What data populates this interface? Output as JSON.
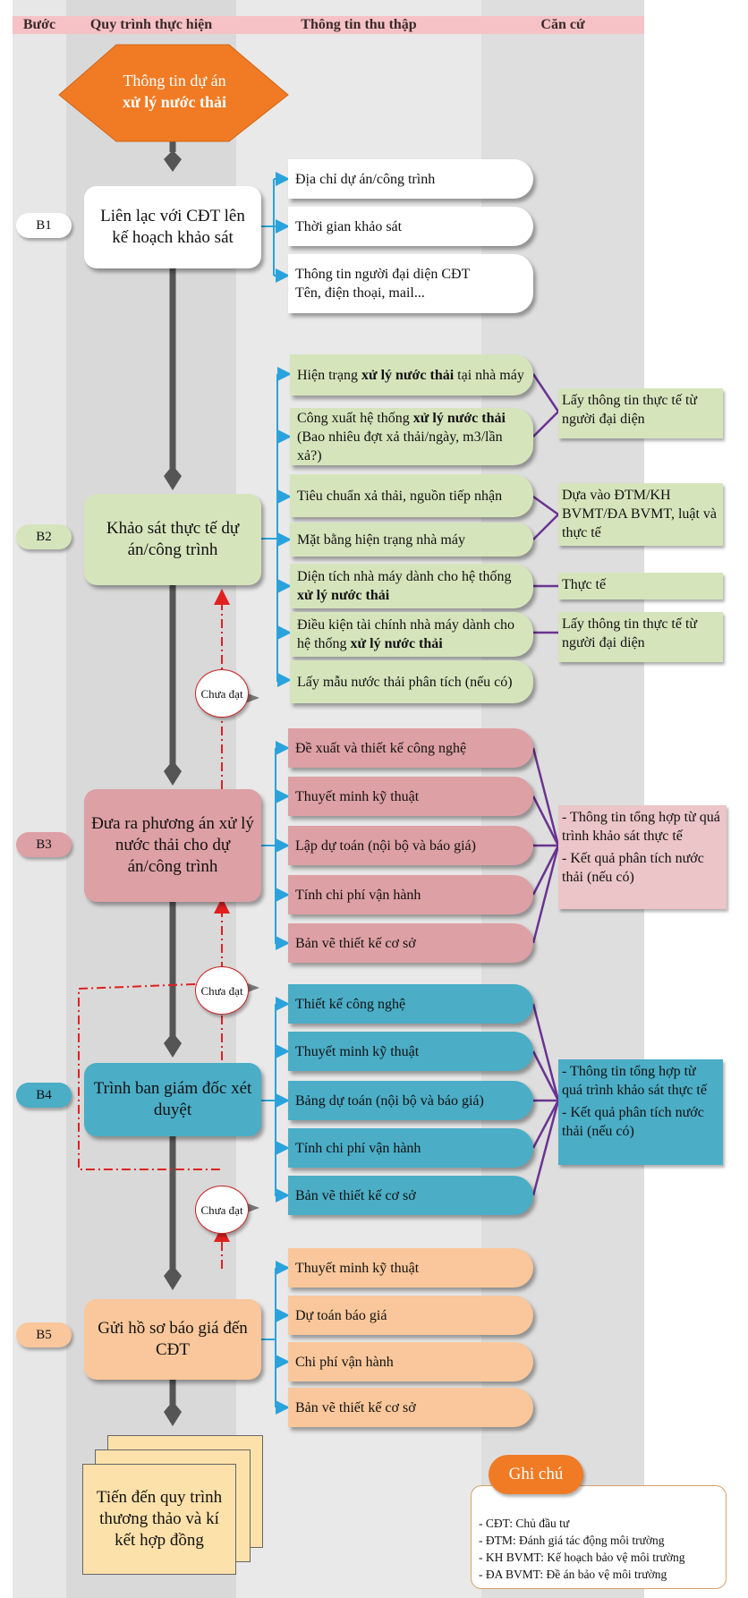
{
  "headers": {
    "step": "Bước",
    "process": "Quy trình thực hiện",
    "info": "Thông tin thu thập",
    "basis": "Căn cứ"
  },
  "start": {
    "line1": "Thông tin dự án",
    "line2": "xử lý nước thải"
  },
  "steps": {
    "b1": "B1",
    "b2": "B2",
    "b3": "B3",
    "b4": "B4",
    "b5": "B5"
  },
  "process": {
    "b1": "Liên lạc với CĐT lên kế hoạch khảo sát",
    "b2": "Khảo sát thực tế dự án/công trình",
    "b3": "Đưa ra phương án xử lý nước thải cho dự án/công trình",
    "b4": "Trình ban giám đốc xét duyệt",
    "b5": "Gửi hồ sơ báo giá đến CĐT",
    "end": "Tiến đến quy trình thương thảo và kí kết hợp đồng"
  },
  "fail_label": "Chưa đạt",
  "info_b1": [
    "Địa chỉ dự án/công trình",
    "Thời gian khảo sát",
    "Thông tin người đại diện CĐT",
    "Tên, điện thoại, mail..."
  ],
  "info_b2": {
    "i1a": "Hiện trạng ",
    "i1b": "xử lý nước thải",
    "i1c": " tại nhà máy",
    "i2a": "Công xuất hệ thống ",
    "i2b": "xử lý nước thải",
    "i2c": " (Bao nhiêu đợt xả thải/ngày, m3/lần xả?)",
    "i3": "Tiêu chuẩn xả thải, nguồn tiếp nhận",
    "i4": "Mặt bằng hiện trạng nhà máy",
    "i5a": "Diện tích nhà máy dành cho hệ thống ",
    "i5b": "xử lý nước thải",
    "i6a": "Điều kiện tài chính nhà máy dành cho hệ thống ",
    "i6b": "xử lý nước thải",
    "i7": "Lấy mẫu nước thải phân tích (nếu có)"
  },
  "basis_b2": [
    "Lấy thông tin thực tế từ người đại diện",
    "Dựa vào ĐTM/KH BVMT/ĐA BVMT, luật và thực tế",
    "Thực tế",
    "Lấy thông tin thực tế từ người đại diện"
  ],
  "info_b3": [
    "Đề xuất và thiết kế công nghệ",
    "Thuyết minh kỹ thuật",
    "Lập dự toán (nội bộ và báo giá)",
    "Tính chi phí vận hành",
    "Bản vẽ thiết kế cơ sở"
  ],
  "info_b4": [
    "Thiết kế công nghệ",
    "Thuyết minh kỹ thuật",
    "Bảng dự toán (nội bộ và báo giá)",
    "Tính chi phí vận hành",
    "Bản vẽ thiết kế cơ sở"
  ],
  "info_b5": [
    "Thuyết minh kỹ thuật",
    "Dự toán báo giá",
    "Chi phí vận hành",
    "Bản vẽ thiết kế cơ sở"
  ],
  "basis_b3": {
    "l1": "- Thông tin tổng hợp từ quá trình khảo sát thực tế",
    "l2": "- Kết quả phân tích nước thải (nếu có)"
  },
  "basis_b4": {
    "l1": "- Thông tin tổng hợp từ quá trình khảo sát thực tế",
    "l2": "- Kết quả phân tích nước thải (nếu có)"
  },
  "notes": {
    "title": "Ghi chú",
    "items": [
      "- CĐT: Chủ đầu tư",
      "- ĐTM: Đánh giá tác động môi trường",
      "- KH BVMT: Kế hoạch bảo vệ môi trường",
      "- ĐA BVMT: Đề án bảo vệ môi trường"
    ]
  },
  "colors": {
    "orange": "#f07b24",
    "green": "#d6e4bc",
    "pink": "#dda0a4",
    "blue": "#4badc6",
    "peach": "#f9c79b",
    "cyan": "#2aa3dd",
    "purple": "#6a3391",
    "red": "#e02020"
  }
}
